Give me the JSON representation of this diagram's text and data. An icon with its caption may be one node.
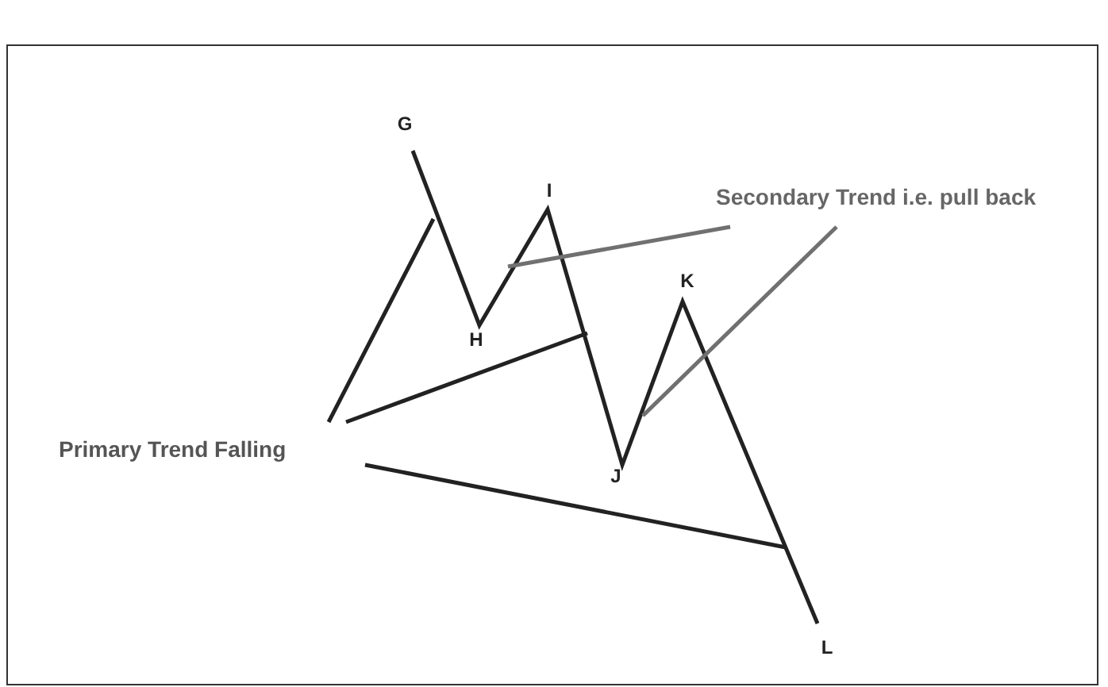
{
  "diagram": {
    "nodes": [
      {
        "text": [
          "Primary Trend Falling"
        ]
      },
      {
        "text": [
          "Secondary Trend i.e. pull back"
        ]
      }
    ],
    "edges": [
      {
        "from": 0,
        "to": null,
        "arrow": "none"
      },
      {
        "from": 0,
        "to": null,
        "arrow": "none"
      },
      {
        "from": 0,
        "to": null,
        "arrow": "none"
      },
      {
        "from": 1,
        "to": null,
        "arrow": "none",
        "color": "#707070"
      },
      {
        "from": 1,
        "to": null,
        "arrow": "none",
        "color": "#707070"
      }
    ],
    "labels": [
      "G",
      "I",
      "K",
      "H",
      "J",
      "L"
    ]
  }
}
